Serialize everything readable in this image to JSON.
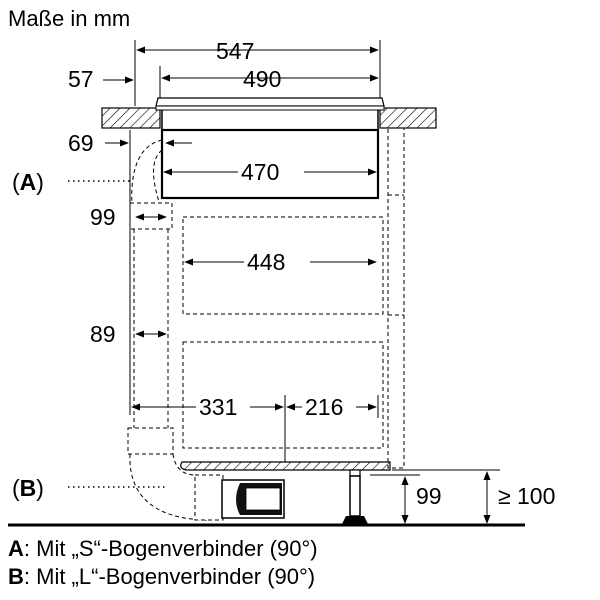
{
  "title": "Maße in mm",
  "dimensions": {
    "d547": "547",
    "d490": "490",
    "d57": "57",
    "d69": "69",
    "d470": "470",
    "d99_top": "99",
    "d448": "448",
    "d89": "89",
    "d331": "331",
    "d216": "216",
    "d99_bottom": "99",
    "d100": "≥ 100"
  },
  "callouts": {
    "a": {
      "open": "(",
      "letter": "A",
      "close": ")"
    },
    "b": {
      "open": "(",
      "letter": "B",
      "close": ")"
    }
  },
  "legend": [
    {
      "letter": "A",
      "text": ": Mit „S“-Bogenverbinder (90°)"
    },
    {
      "letter": "B",
      "text": ": Mit „L“-Bogenverbinder (90°)"
    }
  ]
}
